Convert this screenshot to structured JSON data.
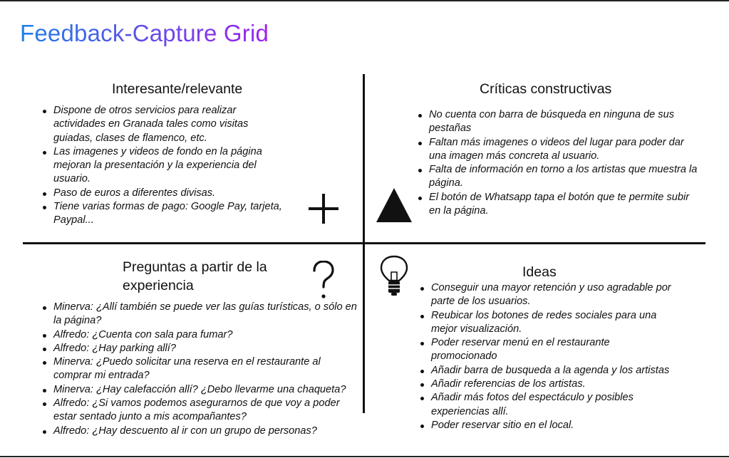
{
  "title": "Feedback-Capture Grid",
  "quadrants": {
    "top_left": {
      "title": "Interesante/relevante",
      "icon": "plus-icon",
      "items": [
        "Dispone de otros servicios para realizar actividades en Granada tales como visitas guiadas, clases de flamenco, etc.",
        "Las imagenes y videos de fondo en la página mejoran la presentación y la experiencia del usuario.",
        "Paso de euros a diferentes divisas.",
        "Tiene varias formas de pago: Google Pay, tarjeta, Paypal..."
      ]
    },
    "top_right": {
      "title": "Críticas constructivas",
      "icon": "triangle-icon",
      "items": [
        "No cuenta con barra de búsqueda en ninguna de sus pestañas",
        "Faltan más imagenes o videos del lugar para poder dar una imagen más concreta al usuario.",
        "Falta de información en torno a los artistas que muestra la página.",
        "El botón de Whatsapp tapa el botón que te permite subir en la página."
      ]
    },
    "bottom_left": {
      "title": "Preguntas a partir de la experiencia",
      "icon": "question-icon",
      "items": [
        "Minerva: ¿Allí también se puede ver las guías turísticas, o sólo en la página?",
        "Alfredo: ¿Cuenta con sala para fumar?",
        "Alfredo: ¿Hay parking allí?",
        "Minerva: ¿Puedo solicitar una reserva en el restaurante al comprar mi entrada?",
        "Minerva: ¿Hay calefacción allí? ¿Debo llevarme una chaqueta?",
        "Alfredo: ¿Si vamos podemos asegurarnos de que voy a poder estar sentado junto a mis acompañantes?",
        "Alfredo: ¿Hay descuento al ir con un grupo de personas?"
      ]
    },
    "bottom_right": {
      "title": "Ideas",
      "icon": "lightbulb-icon",
      "items": [
        "Conseguir una mayor retención y uso agradable por parte de los usuarios.",
        "Reubicar los botones de redes sociales para una mejor visualización.",
        "Poder reservar menú en el restaurante promocionado",
        "Añadir barra de busqueda a la agenda y los artistas",
        "Añadir referencias de los artistas.",
        "Añadir más fotos del espectáculo y posibles experiencias allí.",
        "Poder reservar sitio en el local."
      ]
    }
  }
}
